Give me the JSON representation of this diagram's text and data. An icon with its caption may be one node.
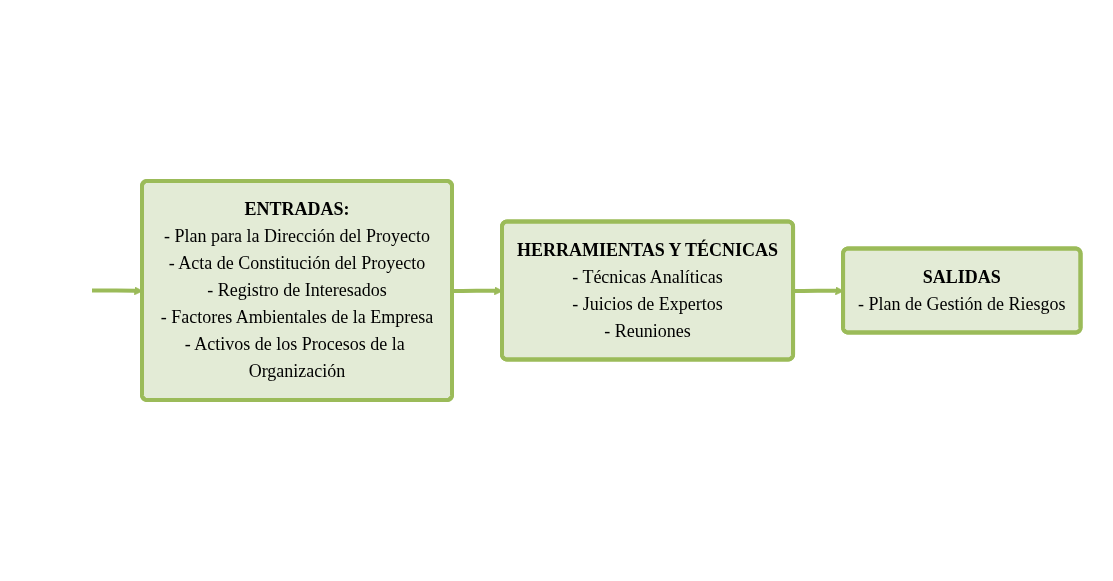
{
  "diagram": {
    "nodes": [
      {
        "text": [
          "ENTRADAS:",
          "- Plan para la Dirección del Proyecto",
          "- Acta de Constitución del Proyecto",
          "- Registro de Interesados",
          "- Factores Ambientales de la Empresa",
          "- Activos de los Procesos de la Organización"
        ]
      },
      {
        "text": [
          "HERRAMIENTAS Y TÉCNICAS",
          "- Técnicas Analíticas",
          "- Juicios de Expertos",
          "- Reuniones"
        ]
      },
      {
        "text": [
          "SALIDAS",
          "- Plan de Gestión de Riesgos"
        ]
      }
    ],
    "edges": [
      {
        "from": null,
        "to": 0,
        "arrow": "to"
      },
      {
        "from": 0,
        "to": 1,
        "arrow": "to"
      },
      {
        "from": 1,
        "to": 2,
        "arrow": "to"
      }
    ]
  }
}
